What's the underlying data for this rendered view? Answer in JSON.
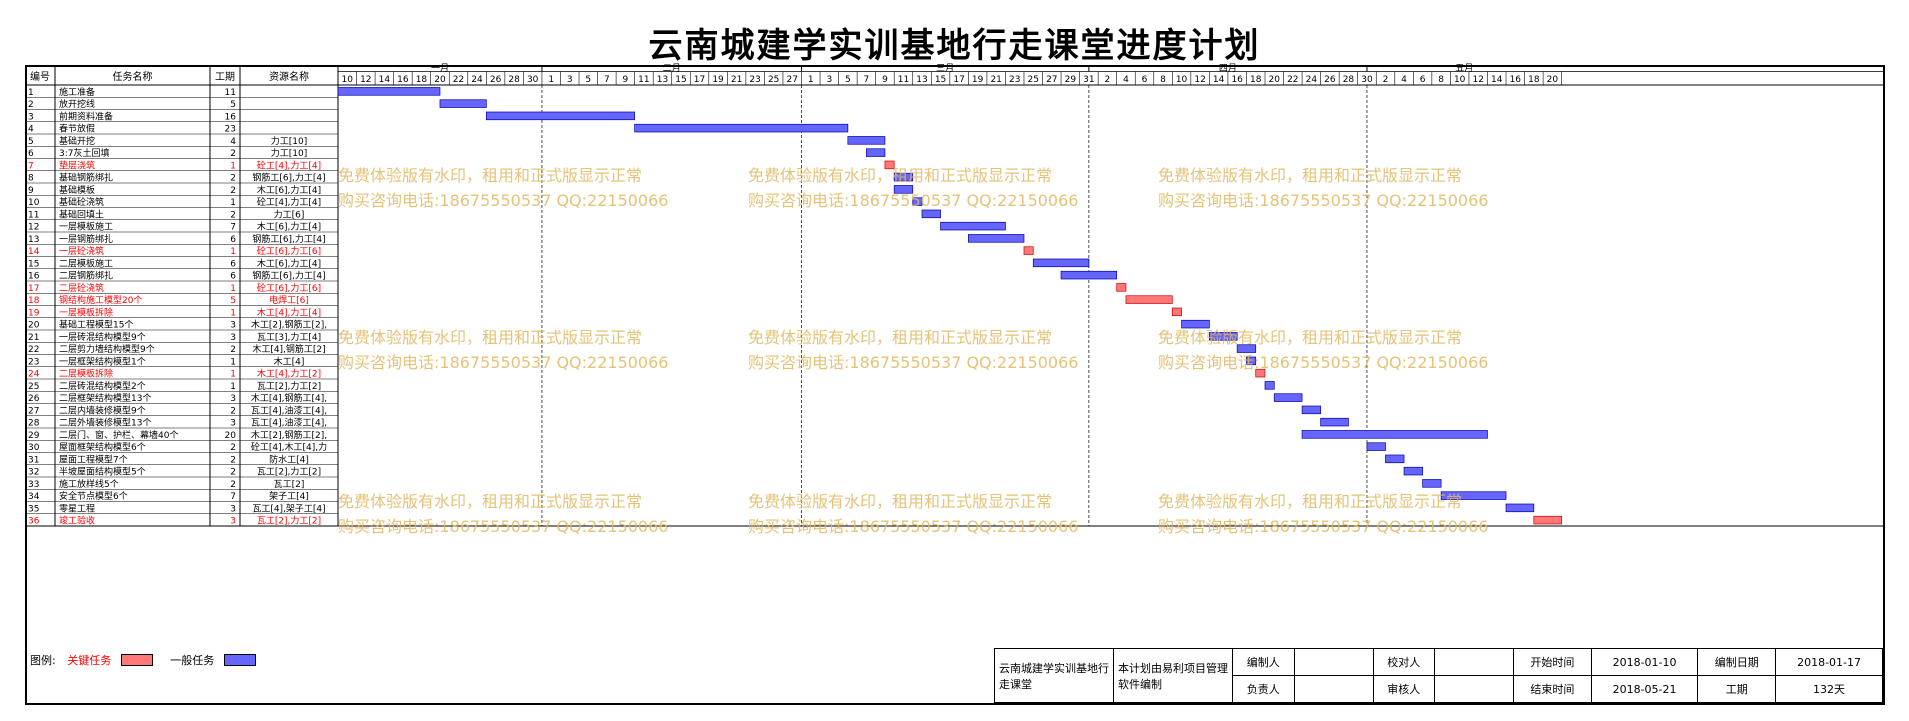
{
  "title": "云南城建学实训基地行走课堂进度计划",
  "headers": {
    "no": "编号",
    "name": "任务名称",
    "dur": "工期",
    "res": "资源名称"
  },
  "months": [
    "一月",
    "二月",
    "三月",
    "四月",
    "五月"
  ],
  "ticks": [
    "10",
    "12",
    "14",
    "16",
    "18",
    "20",
    "22",
    "24",
    "26",
    "28",
    "30",
    "1",
    "3",
    "5",
    "7",
    "9",
    "11",
    "13",
    "15",
    "17",
    "19",
    "21",
    "23",
    "25",
    "27",
    "1",
    "3",
    "5",
    "7",
    "9",
    "11",
    "13",
    "15",
    "17",
    "19",
    "21",
    "23",
    "25",
    "27",
    "29",
    "31",
    "2",
    "4",
    "6",
    "8",
    "10",
    "12",
    "14",
    "16",
    "18",
    "20",
    "22",
    "24",
    "26",
    "28",
    "30",
    "2",
    "4",
    "6",
    "8",
    "10",
    "12",
    "14",
    "16",
    "18",
    "20"
  ],
  "tasks": [
    {
      "no": "1",
      "name": "施工准备",
      "dur": "11",
      "res": "",
      "crit": false,
      "start": 0,
      "len": 11
    },
    {
      "no": "2",
      "name": "放开挖线",
      "dur": "5",
      "res": "",
      "crit": false,
      "start": 11,
      "len": 5
    },
    {
      "no": "3",
      "name": "前期资料准备",
      "dur": "16",
      "res": "",
      "crit": false,
      "start": 16,
      "len": 16
    },
    {
      "no": "4",
      "name": "春节放假",
      "dur": "23",
      "res": "",
      "crit": false,
      "start": 32,
      "len": 23
    },
    {
      "no": "5",
      "name": "基础开挖",
      "dur": "4",
      "res": "力工[10]",
      "crit": false,
      "start": 55,
      "len": 4
    },
    {
      "no": "6",
      "name": "3:7灰土回填",
      "dur": "2",
      "res": "力工[10]",
      "crit": false,
      "start": 57,
      "len": 2
    },
    {
      "no": "7",
      "name": "垫层浇筑",
      "dur": "1",
      "res": "砼工[4],力工[4]",
      "crit": true,
      "start": 59,
      "len": 1
    },
    {
      "no": "8",
      "name": "基础钢筋绑扎",
      "dur": "2",
      "res": "钢筋工[6],力工[4]",
      "crit": false,
      "start": 60,
      "len": 2
    },
    {
      "no": "9",
      "name": "基础模板",
      "dur": "2",
      "res": "木工[6],力工[4]",
      "crit": false,
      "start": 60,
      "len": 2
    },
    {
      "no": "10",
      "name": "基础砼浇筑",
      "dur": "1",
      "res": "砼工[4],力工[4]",
      "crit": false,
      "start": 62,
      "len": 1
    },
    {
      "no": "11",
      "name": "基础回填土",
      "dur": "2",
      "res": "力工[6]",
      "crit": false,
      "start": 63,
      "len": 2
    },
    {
      "no": "12",
      "name": "一层模板施工",
      "dur": "7",
      "res": "木工[6],力工[4]",
      "crit": false,
      "start": 65,
      "len": 7
    },
    {
      "no": "13",
      "name": "一层钢筋绑扎",
      "dur": "6",
      "res": "钢筋工[6],力工[4]",
      "crit": false,
      "start": 68,
      "len": 6
    },
    {
      "no": "14",
      "name": "一层砼浇筑",
      "dur": "1",
      "res": "砼工[6],力工[6]",
      "crit": true,
      "start": 74,
      "len": 1
    },
    {
      "no": "15",
      "name": "二层模板施工",
      "dur": "6",
      "res": "木工[6],力工[4]",
      "crit": false,
      "start": 75,
      "len": 6
    },
    {
      "no": "16",
      "name": "二层钢筋绑扎",
      "dur": "6",
      "res": "钢筋工[6],力工[4]",
      "crit": false,
      "start": 78,
      "len": 6
    },
    {
      "no": "17",
      "name": "二层砼浇筑",
      "dur": "1",
      "res": "砼工[6],力工[6]",
      "crit": true,
      "start": 84,
      "len": 1
    },
    {
      "no": "18",
      "name": "钢结构施工模型20个",
      "dur": "5",
      "res": "电焊工[6]",
      "crit": true,
      "start": 85,
      "len": 5
    },
    {
      "no": "19",
      "name": "一层模板拆除",
      "dur": "1",
      "res": "木工[4],力工[4]",
      "crit": true,
      "start": 90,
      "len": 1
    },
    {
      "no": "20",
      "name": "基础工程模型15个",
      "dur": "3",
      "res": "木工[2],钢筋工[2],",
      "crit": false,
      "start": 91,
      "len": 3
    },
    {
      "no": "21",
      "name": "一层砖混结构模型9个",
      "dur": "3",
      "res": "瓦工[3],力工[4]",
      "crit": false,
      "start": 94,
      "len": 3
    },
    {
      "no": "22",
      "name": "二层剪力墙结构模型9个",
      "dur": "2",
      "res": "木工[4],钢筋工[2]",
      "crit": false,
      "start": 97,
      "len": 2
    },
    {
      "no": "23",
      "name": "一层框架结构模型1个",
      "dur": "1",
      "res": "木工[4]",
      "crit": false,
      "start": 98,
      "len": 1
    },
    {
      "no": "24",
      "name": "二层模板拆除",
      "dur": "1",
      "res": "木工[4],力工[2]",
      "crit": true,
      "start": 99,
      "len": 1
    },
    {
      "no": "25",
      "name": "二层砖混结构模型2个",
      "dur": "1",
      "res": "瓦工[2],力工[2]",
      "crit": false,
      "start": 100,
      "len": 1
    },
    {
      "no": "26",
      "name": "二层框架结构模型13个",
      "dur": "3",
      "res": "木工[4],钢筋工[4],",
      "crit": false,
      "start": 101,
      "len": 3
    },
    {
      "no": "27",
      "name": "二层内墙装修模型9个",
      "dur": "2",
      "res": "瓦工[4],油漆工[4],",
      "crit": false,
      "start": 104,
      "len": 2
    },
    {
      "no": "28",
      "name": "二层外墙装修模型13个",
      "dur": "3",
      "res": "瓦工[4],油漆工[4],",
      "crit": false,
      "start": 106,
      "len": 3
    },
    {
      "no": "29",
      "name": "二层门、窗、护栏、幕墙40个",
      "dur": "20",
      "res": "木工[2],钢筋工[2],",
      "crit": false,
      "start": 104,
      "len": 20
    },
    {
      "no": "30",
      "name": "屋面框架结构模型6个",
      "dur": "2",
      "res": "砼工[4],木工[4],力",
      "crit": false,
      "start": 111,
      "len": 2
    },
    {
      "no": "31",
      "name": "屋面工程模型7个",
      "dur": "2",
      "res": "防水工[4]",
      "crit": false,
      "start": 113,
      "len": 2
    },
    {
      "no": "32",
      "name": "半坡屋面结构模型5个",
      "dur": "2",
      "res": "瓦工[2],力工[2]",
      "crit": false,
      "start": 115,
      "len": 2
    },
    {
      "no": "33",
      "name": "施工放样线5个",
      "dur": "2",
      "res": "瓦工[2]",
      "crit": false,
      "start": 117,
      "len": 2
    },
    {
      "no": "34",
      "name": "安全节点模型6个",
      "dur": "7",
      "res": "架子工[4]",
      "crit": false,
      "start": 119,
      "len": 7
    },
    {
      "no": "35",
      "name": "零星工程",
      "dur": "3",
      "res": "瓦工[4],架子工[4]",
      "crit": false,
      "start": 126,
      "len": 3
    },
    {
      "no": "36",
      "name": "竣工验收",
      "dur": "3",
      "res": "瓦工[2],力工[2]",
      "crit": true,
      "start": 129,
      "len": 3
    }
  ],
  "watermark": {
    "line1": "免费体验版有水印，租用和正式版显示正常",
    "line2": "购买咨询电话:18675550537 QQ:22150066"
  },
  "legend": {
    "label": "图例:",
    "critical": "关键任务",
    "normal": "一般任务"
  },
  "footer": {
    "project": "云南城建学实训基地行走课堂",
    "software": "本计划由易利项目管理软件编制",
    "compiler_label": "编制人",
    "checker_label": "校对人",
    "responsible_label": "负责人",
    "reviewer_label": "审核人",
    "start_label": "开始时间",
    "start_value": "2018-01-10",
    "compile_date_label": "编制日期",
    "compile_date_value": "2018-01-17",
    "end_label": "结束时间",
    "end_value": "2018-05-21",
    "period_label": "工期",
    "period_value": "132天"
  },
  "colors": {
    "normal": "#6666ff",
    "critical": "#ff7777",
    "critical_text": "#ff0000",
    "watermark": "#e0b860"
  }
}
